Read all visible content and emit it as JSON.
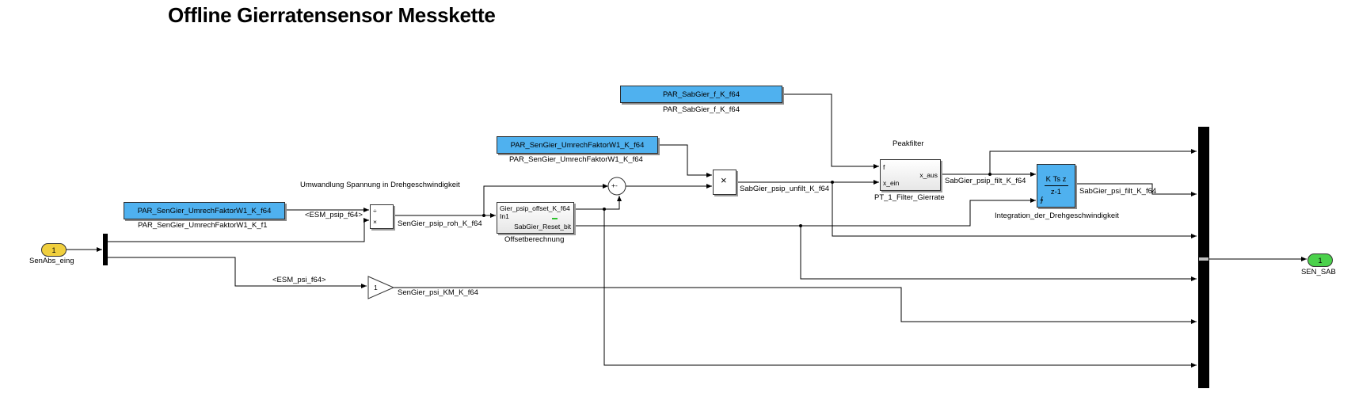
{
  "title": "Offline Gierratensensor Messkette",
  "colors": {
    "param_block": "#4fb1ef",
    "inport": "#f0cf3e",
    "outport": "#4bd14b",
    "wire": "#000000"
  },
  "inport": {
    "number": "1",
    "name": "SenAbs_eing"
  },
  "outport": {
    "number": "1",
    "name": "SEN_SAB"
  },
  "constants": {
    "c1": {
      "value": "PAR_SenGier_UmrechFaktorW1_K_f64",
      "name": "PAR_SenGier_UmrechFaktorW1_K_f1"
    },
    "c2": {
      "value": "PAR_SenGier_UmrechFaktorW1_K_f64",
      "name": "PAR_SenGier_UmrechFaktorW1_K_f64"
    },
    "c3": {
      "value": "PAR_SabGier_f_K_f64",
      "name": "PAR_SabGier_f_K_f64"
    }
  },
  "annotations": {
    "conversion": "Umwandlung Spannung in Drehgeschwindigkeit",
    "peakfilter": "Peakfilter"
  },
  "bus_selections": {
    "psip": "<ESM_psip_f64>",
    "psi": "<ESM_psi_f64>"
  },
  "divide_signs": {
    "top": "÷",
    "bottom": "×"
  },
  "product_sign": "×",
  "sum_signs": "+-",
  "gain_value": "1",
  "offset_block": {
    "port_out1": "Gier_psip_offset_K_f64",
    "port_in1": "In1",
    "port_out2": "SabGier_Reset_bit",
    "name": "Offsetberechnung"
  },
  "filter_block": {
    "port_f": "f",
    "port_xein": "x_ein",
    "port_xaus": "x_aus",
    "name": "PT_1_Filter_Gierrate"
  },
  "integrator": {
    "numerator": "K Ts z",
    "denominator": "z-1",
    "name": "Integration_der_Drehgeschwindigkeit"
  },
  "signals": {
    "roh": "SenGier_psip_roh_K_f64",
    "unfilt": "SabGier_psip_unfilt_K_f64",
    "filt": "SabGier_psip_filt_K_f64",
    "psi_filt": "SabGier_psi_filt_K_f64",
    "psi_km": "SenGier_psi_KM_K_f64"
  }
}
